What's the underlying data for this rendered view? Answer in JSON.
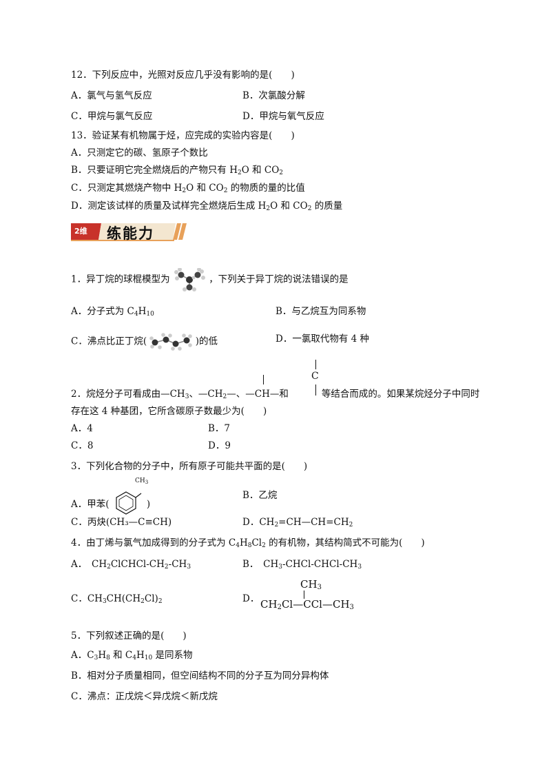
{
  "q12": {
    "stem": "12．下列反应中，光照对反应几乎没有影响的是(　　)",
    "a": "A．氯气与氢气反应",
    "b": "B．次氯酸分解",
    "c": "C．甲烷与氯气反应",
    "d": "D．甲烷与氧气反应"
  },
  "q13": {
    "stem": "13．验证某有机物属于烃，应完成的实验内容是(　　)",
    "a": "A．只测定它的碳、氢原子个数比",
    "b_pre": "B．只要证明它完全燃烧后的产物只有 H",
    "b_mid": "O 和 CO",
    "c_pre": "C．只测定其燃烧产物中 H",
    "c_mid": "O 和 CO",
    "c_post": " 的物质的量的比值",
    "d_pre": "D．测定该试样的质量及试样完全燃烧后生成 H",
    "d_mid": "O 和 CO",
    "d_post": " 的质量",
    "sub2": "2"
  },
  "section": {
    "badge": "2维",
    "title": "练能力"
  },
  "q1": {
    "stem_pre": "1．异丁烷的球棍模型为",
    "stem_post": "，下列关于异丁烷的说法错误的是",
    "a_pre": "A．分子式为 C",
    "a_sub1": "4",
    "a_mid": "H",
    "a_sub2": "10",
    "b": "B．与乙烷互为同系物",
    "c_pre": "C．沸点比正丁烷(",
    "c_post": ")的低",
    "d": "D．一氯取代物有 4 种"
  },
  "q2": {
    "stem_pre": "2．烷烃分子可看成由—CH",
    "sub3": "3",
    "mid1": "、—CH",
    "sub2": "2",
    "mid2": "—、—CH—和",
    "stem_post": "等结合而成的。如果某烷烃分子中同时",
    "line2": "存在这 4 种基团，它所含碳原子数最少为(　　)",
    "c_label": "C",
    "a": "A．4",
    "b": "B．7",
    "c": "C．8",
    "d": "D．9"
  },
  "q3": {
    "stem": "3．下列化合物的分子中，所有原子可能共平面的是(　　)",
    "a_pre": "A．甲苯(",
    "a_post": ")",
    "ch3": "CH",
    "ch3_sub": "3",
    "b": "B．乙烷",
    "c": "C．丙炔(CH₃—C≡CH)",
    "d_pre": "D．CH",
    "d_sub": "2",
    "d_mid": "=CH—CH=CH",
    "d_sub2": "2"
  },
  "q4": {
    "stem_pre": "4．由丁烯与氯气加成得到的分子式为 C",
    "s1": "4",
    "m1": "H",
    "s2": "8",
    "m2": "Cl",
    "s3": "2",
    "stem_post": " 的有机物，其结构简式不可能为(　　)",
    "a_pre": "A．　CH",
    "a_sub": "2",
    "a_mid": "ClCHCl-CH",
    "a_sub2": "2",
    "a_post": "-CH",
    "a_sub3": "3",
    "b_pre": "B．　CH",
    "b_sub": "3",
    "b_mid": "-CHCl-CHCl-CH",
    "b_sub2": "3",
    "c_pre": "C．CH",
    "c_sub": "3",
    "c_mid": "CH(CH",
    "c_sub2": "2",
    "c_post": "Cl)",
    "c_sub3": "2",
    "d": "D．",
    "d_top": "CH",
    "d_top_sub": "3",
    "d_left": "CH",
    "d_left_sub": "2",
    "d_left2": "Cl—CCl—CH",
    "d_right_sub": "3"
  },
  "q5": {
    "stem": "5．下列叙述正确的是(　　)",
    "a_pre": "A．C",
    "a_s1": "3",
    "a_m1": "H",
    "a_s2": "8",
    "a_m2": " 和 C",
    "a_s3": "4",
    "a_m3": "H",
    "a_s4": "10",
    "a_post": " 是同系物",
    "b": "B．相对分子质量相同，但空间结构不同的分子互为同分异构体",
    "c": "C．沸点：正戊烷＜异戊烷＜新戊烷"
  }
}
